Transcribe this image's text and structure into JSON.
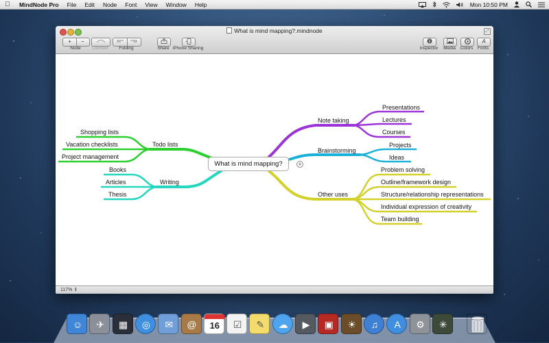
{
  "menubar": {
    "app_name": "MindNode Pro",
    "items": [
      "File",
      "Edit",
      "Node",
      "Font",
      "View",
      "Window",
      "Help"
    ],
    "clock": "Mon 10:50 PM"
  },
  "window": {
    "title": "What is mind mapping?.mindnode",
    "toolbar": {
      "node_label": "Node",
      "connect_label": "Connect",
      "folding_label": "Folding",
      "share_label": "Share",
      "iphone_label": "iPhone Sharing",
      "inspector_label": "Inspector",
      "media_label": "Media",
      "colors_label": "Colors",
      "fonts_label": "Fonts",
      "add_glyph": "+",
      "remove_glyph": "−"
    },
    "zoom": "117%"
  },
  "mindmap": {
    "central": "What is mind mapping?",
    "colors": {
      "purple": "#9b33d6",
      "cyan": "#1ab0d8",
      "yellow": "#d2d12a",
      "green": "#2bcf2e",
      "teal": "#25d6bf"
    },
    "note_taking": {
      "label": "Note taking",
      "children": [
        "Presentations",
        "Lectures",
        "Courses"
      ]
    },
    "brainstorming": {
      "label": "Brainstorming",
      "children": [
        "Projects",
        "Ideas"
      ]
    },
    "other_uses": {
      "label": "Other uses",
      "children": [
        "Problem solving",
        "Outline/framework design",
        "Structure/relationship representations",
        "Individual expression of creativity",
        "Team building"
      ]
    },
    "todo_lists": {
      "label": "Todo lists",
      "children": [
        "Shopping lists",
        "Vacation checklists",
        "Project management"
      ]
    },
    "writing": {
      "label": "Writing",
      "children": [
        "Books",
        "Articles",
        "Thesis"
      ]
    }
  },
  "dock": {
    "calendar_day": "16",
    "items": [
      {
        "icon": "finder-icon",
        "color": "#3f86d8"
      },
      {
        "icon": "launchpad-icon",
        "color": "#8a8f99"
      },
      {
        "icon": "mission-control-icon",
        "color": "#2b2f3a"
      },
      {
        "icon": "safari-icon",
        "color": "#3f8fe0"
      },
      {
        "icon": "mail-icon",
        "color": "#6f9ed8"
      },
      {
        "icon": "contacts-icon",
        "color": "#a77a48"
      },
      {
        "icon": "calendar-icon",
        "color": "#ffffff"
      },
      {
        "icon": "reminders-icon",
        "color": "#f3f3f3"
      },
      {
        "icon": "notes-icon",
        "color": "#f4dc6c"
      },
      {
        "icon": "messages-icon",
        "color": "#4ea4ef"
      },
      {
        "icon": "facetime-icon",
        "color": "#555a60"
      },
      {
        "icon": "photo-booth-icon",
        "color": "#b52a22"
      },
      {
        "icon": "iphoto-icon",
        "color": "#6b4d2a"
      },
      {
        "icon": "itunes-icon",
        "color": "#3e80d4"
      },
      {
        "icon": "app-store-icon",
        "color": "#3f8ee0"
      },
      {
        "icon": "system-preferences-icon",
        "color": "#8e9299"
      },
      {
        "icon": "mindnode-icon",
        "color": "#3d4a3a"
      },
      {
        "icon": "trash-icon",
        "color": "#c7cbd1"
      }
    ]
  }
}
